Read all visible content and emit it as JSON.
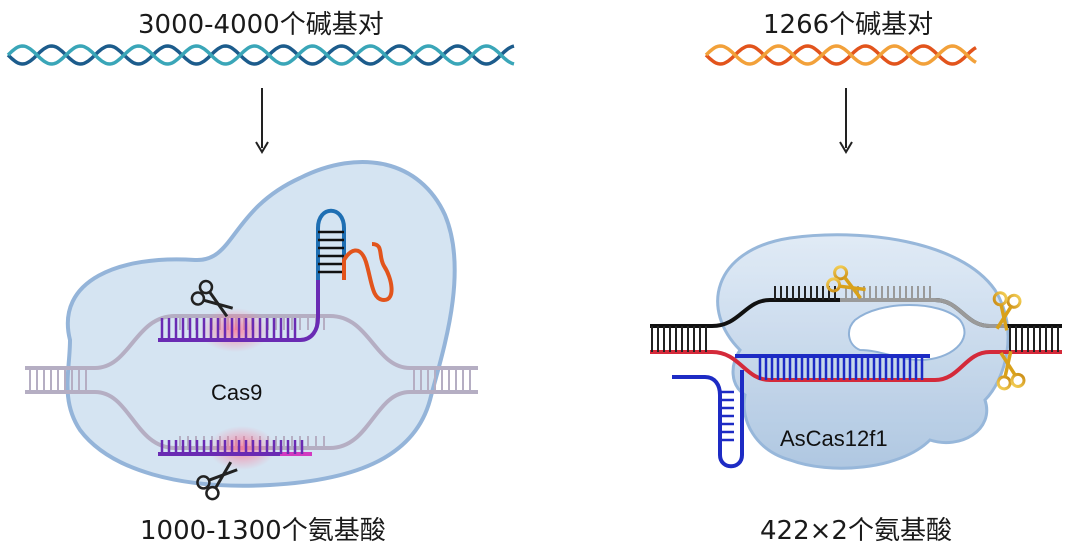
{
  "left": {
    "gene_length": "3000-4000个碱基对",
    "protein_name": "Cas9",
    "protein_size": "1000-1300个氨基酸"
  },
  "right": {
    "gene_length": "1266个碱基对",
    "protein_name": "AsCas12f1",
    "protein_size": "422×2个氨基酸"
  }
}
